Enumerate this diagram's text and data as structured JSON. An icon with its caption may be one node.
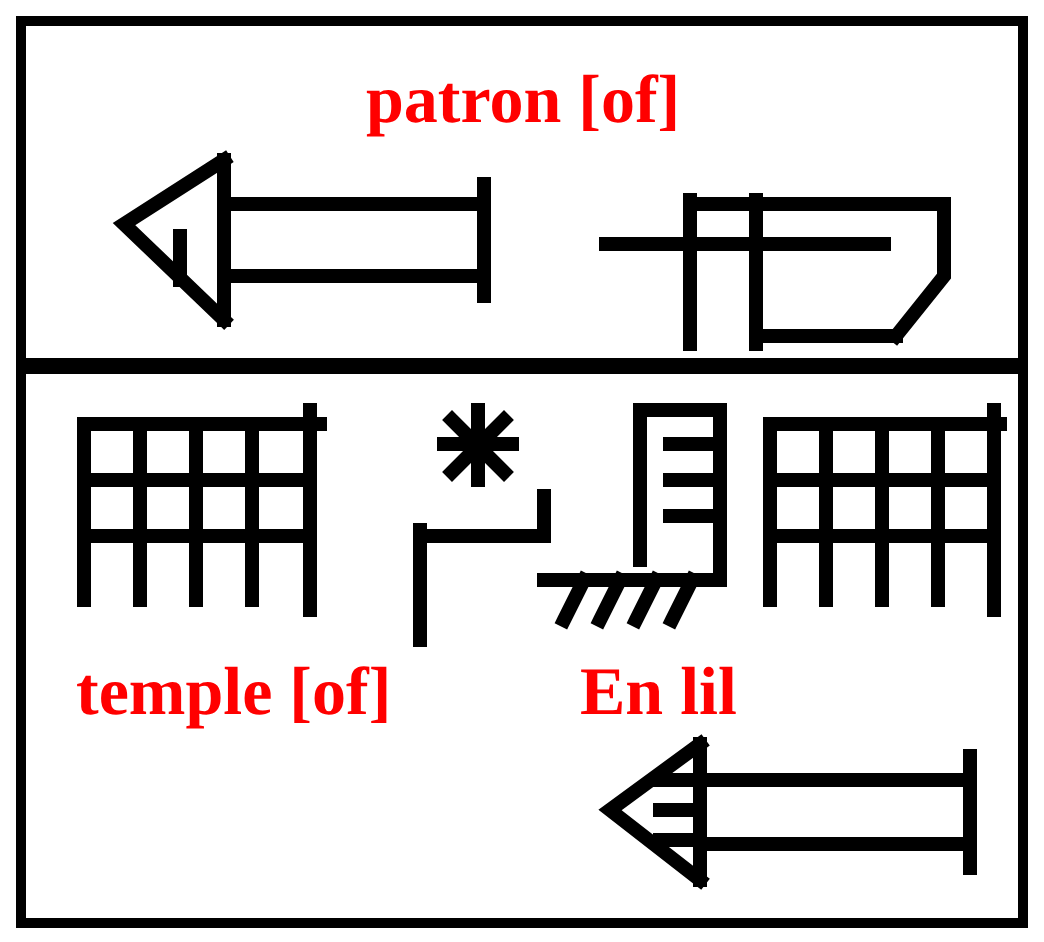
{
  "diagram": {
    "nodes": [
      {
        "text": [
          "patron [of]"
        ]
      },
      {
        "text": [
          "temple [of]",
          "En lil"
        ]
      }
    ]
  }
}
